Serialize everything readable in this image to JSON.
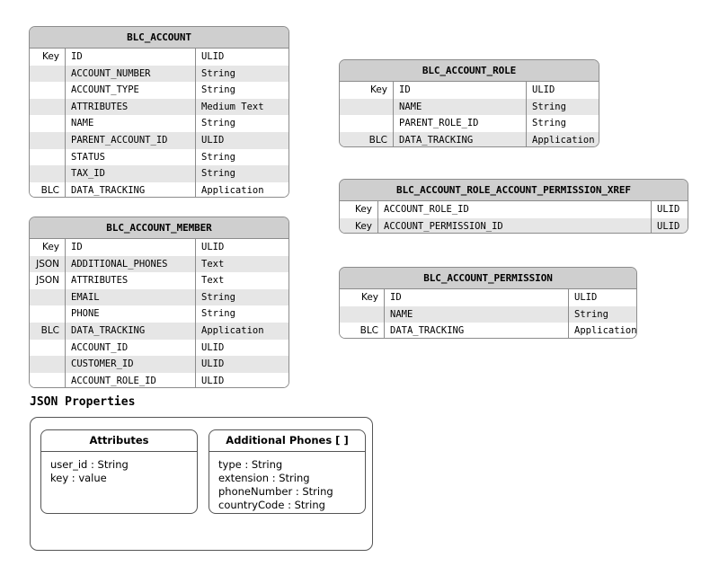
{
  "diagram": {
    "entities": [
      {
        "id": "blc-account",
        "title": "BLC_ACCOUNT",
        "rows": [
          {
            "key": "Key",
            "name": "ID",
            "type": "ULID"
          },
          {
            "key": "",
            "name": "ACCOUNT_NUMBER",
            "type": "String"
          },
          {
            "key": "",
            "name": "ACCOUNT_TYPE",
            "type": "String"
          },
          {
            "key": "",
            "name": "ATTRIBUTES",
            "type": "Medium Text"
          },
          {
            "key": "",
            "name": "NAME",
            "type": "String"
          },
          {
            "key": "",
            "name": "PARENT_ACCOUNT_ID",
            "type": "ULID"
          },
          {
            "key": "",
            "name": "STATUS",
            "type": "String"
          },
          {
            "key": "",
            "name": "TAX_ID",
            "type": "String"
          },
          {
            "key": "BLC",
            "name": "DATA_TRACKING",
            "type": "Application"
          }
        ]
      },
      {
        "id": "blc-account-member",
        "title": "BLC_ACCOUNT_MEMBER",
        "rows": [
          {
            "key": "Key",
            "name": "ID",
            "type": "ULID"
          },
          {
            "key": "JSON",
            "name": "ADDITIONAL_PHONES",
            "type": "Text"
          },
          {
            "key": "JSON",
            "name": "ATTRIBUTES",
            "type": "Text"
          },
          {
            "key": "",
            "name": "EMAIL",
            "type": "String"
          },
          {
            "key": "",
            "name": "PHONE",
            "type": "String"
          },
          {
            "key": "BLC",
            "name": "DATA_TRACKING",
            "type": "Application"
          },
          {
            "key": "",
            "name": "ACCOUNT_ID",
            "type": "ULID"
          },
          {
            "key": "",
            "name": "CUSTOMER_ID",
            "type": "ULID"
          },
          {
            "key": "",
            "name": "ACCOUNT_ROLE_ID",
            "type": "ULID"
          }
        ]
      },
      {
        "id": "blc-account-role",
        "title": "BLC_ACCOUNT_ROLE",
        "rows": [
          {
            "key": "Key",
            "name": "ID",
            "type": "ULID"
          },
          {
            "key": "",
            "name": "NAME",
            "type": "String"
          },
          {
            "key": "",
            "name": "PARENT_ROLE_ID",
            "type": "String"
          },
          {
            "key": "BLC",
            "name": "DATA_TRACKING",
            "type": "Application"
          }
        ]
      },
      {
        "id": "blc-account-role-account-permission-xref",
        "title": "BLC_ACCOUNT_ROLE_ACCOUNT_PERMISSION_XREF",
        "rows": [
          {
            "key": "Key",
            "name": "ACCOUNT_ROLE_ID",
            "type": "ULID"
          },
          {
            "key": "Key",
            "name": "ACCOUNT_PERMISSION_ID",
            "type": "ULID"
          }
        ]
      },
      {
        "id": "blc-account-permission",
        "title": "BLC_ACCOUNT_PERMISSION",
        "rows": [
          {
            "key": "Key",
            "name": "ID",
            "type": "ULID"
          },
          {
            "key": "",
            "name": "NAME",
            "type": "String"
          },
          {
            "key": "BLC",
            "name": "DATA_TRACKING",
            "type": "Application"
          }
        ]
      }
    ],
    "json_section": {
      "heading": "JSON Properties",
      "cards": [
        {
          "id": "attributes",
          "title": "Attributes",
          "props": [
            "user_id : String",
            "key : value"
          ]
        },
        {
          "id": "additional-phones",
          "title": "Additional Phones [ ]",
          "props": [
            "type : String",
            "extension : String",
            "phoneNumber : String",
            "countryCode : String"
          ]
        }
      ]
    },
    "colors": {
      "header_fill": "#cfcfcf",
      "row_alt_fill": "#e6e6e6",
      "border": "#8c8c8c",
      "text": "#000000",
      "background": "#ffffff"
    }
  }
}
